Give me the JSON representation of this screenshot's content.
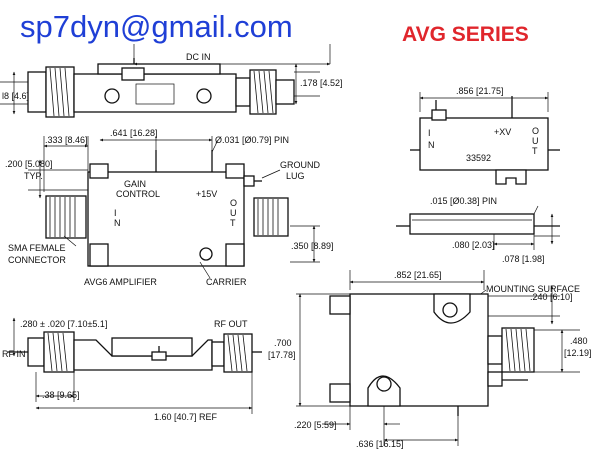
{
  "header": {
    "email": "sp7dyn@gmail.com",
    "series": "AVG SERIES"
  },
  "colors": {
    "email": "#1f3fd6",
    "series": "#e0262c",
    "line": "#111111"
  },
  "top_view": {
    "dc_in": "DC IN",
    "dim_left": "l8 [4.6]",
    "dim_right": ".178 [4.52]"
  },
  "front_view": {
    "dim_333": ".333 [8.46]",
    "dim_641": ".641 [16.28]",
    "pin": "Ø.031 [Ø0.79] PIN",
    "ground_lug_1": "GROUND",
    "ground_lug_2": "LUG",
    "dim_200_1": ".200 [5.080]",
    "dim_200_2": "TYP.",
    "gain_control_1": "GAIN",
    "gain_control_2": "CONTROL",
    "plus15v": "+15V",
    "in": "I\nN",
    "out": "O\nU\nT",
    "sma_1": "SMA FEMALE",
    "sma_2": "CONNECTOR",
    "dim_350": ".350 [8.89]",
    "amplifier": "AVG6 AMPLIFIER",
    "carrier": "CARRIER"
  },
  "module_view": {
    "dim_856": ".856 [21.75]",
    "in": "I\nN",
    "xv": "+XV",
    "out": "O\nU\nT",
    "part_no": "33592"
  },
  "pin_view": {
    "pin": ".015 [Ø0.38] PIN",
    "dim_080": ".080 [2.03]",
    "dim_078": ".078 [1.98]"
  },
  "side_view": {
    "dim_280": ".280 ± .020 [7.10±5.1]",
    "rf_out": "RF OUT",
    "rf_in": "RF IN",
    "dim_38": ".38 [9.65]",
    "dim_160": "1.60 [40.7] REF"
  },
  "mount_view": {
    "dim_852": ".852 [21.65]",
    "mounting": "MOUNTING SURFACE",
    "dim_240": ".240 [6.10]",
    "dim_480_1": ".480",
    "dim_480_2": "[12.19]",
    "dim_700_1": ".700",
    "dim_700_2": "[17.78]",
    "dim_220": ".220 [5.59]",
    "dim_636": ".636 [16.15]"
  }
}
